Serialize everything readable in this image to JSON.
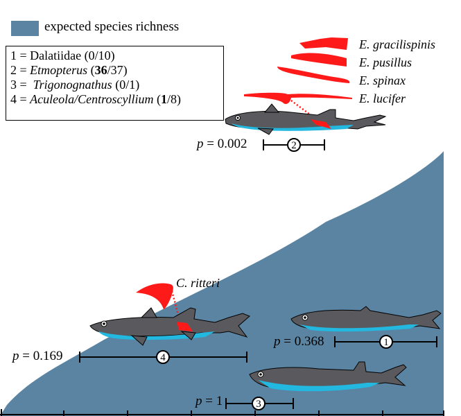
{
  "legend": {
    "label": "expected species richness",
    "color": "#5a84a2"
  },
  "key": {
    "rows": [
      {
        "num": "1",
        "eq": " = ",
        "name": "Dalatiidae",
        "italic": false,
        "pre": " (",
        "bold": "",
        "post": "0/10)"
      },
      {
        "num": "2",
        "eq": " = ",
        "name": "Etmopterus",
        "italic": true,
        "pre": " (",
        "bold": "36",
        "post": "/37)"
      },
      {
        "num": "3",
        "eq": " =  ",
        "name": "Trigonognathus",
        "italic": true,
        "pre": " (",
        "bold": "",
        "post": "0/1)"
      },
      {
        "num": "4",
        "eq": " = ",
        "name": "Aculeola/Centroscyllium",
        "italic": true,
        "pre": " (",
        "bold": "1",
        "post": "/8)"
      }
    ]
  },
  "species_labels": [
    "E. gracilispinis",
    "E. pusillus",
    "E. spinax",
    "E. lucifer",
    "C. ritteri"
  ],
  "intervals": [
    {
      "id": "2",
      "p_prefix": "p",
      "p_value": "= 0.002"
    },
    {
      "id": "4",
      "p_prefix": "p",
      "p_value": "= 0.169"
    },
    {
      "id": "1",
      "p_prefix": "p",
      "p_value": "= 0.368"
    },
    {
      "id": "3",
      "p_prefix": "p",
      "p_value": "= 1"
    }
  ],
  "colors": {
    "shark_dark": "#5a5a5e",
    "shark_belly": "#22b8e0",
    "luminous": "#ff1a1a",
    "area": "#5a84a2"
  }
}
